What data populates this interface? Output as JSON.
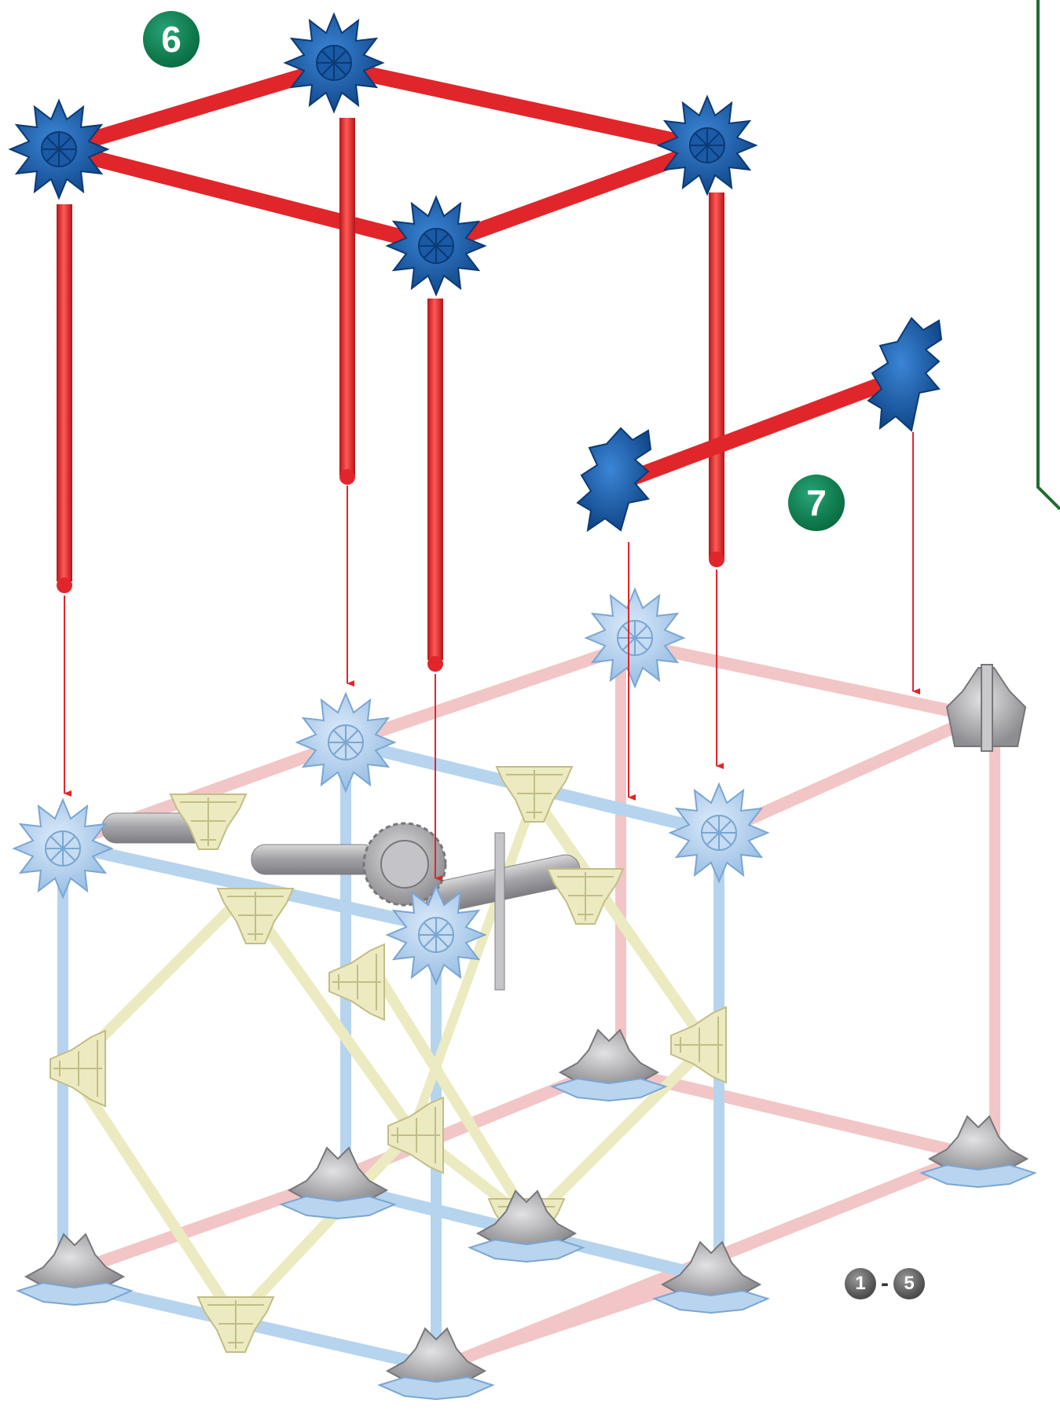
{
  "steps": {
    "step6": "6",
    "step7": "7"
  },
  "reference": {
    "from": "1",
    "separator": "-",
    "to": "5"
  },
  "colors": {
    "new_rod": "#e0262a",
    "new_connector": "#1b5fad",
    "existing_blue_rod": "#b6d4ee",
    "existing_pink_rod": "#f2c6c6",
    "existing_yellow_part": "#ecebc2",
    "existing_grey_part": "#b9b9bc",
    "step_badge": "#0f7a4d",
    "reference_badge": "#555555",
    "panel_border": "#1f6e2e",
    "arrow": "#e0262a"
  }
}
